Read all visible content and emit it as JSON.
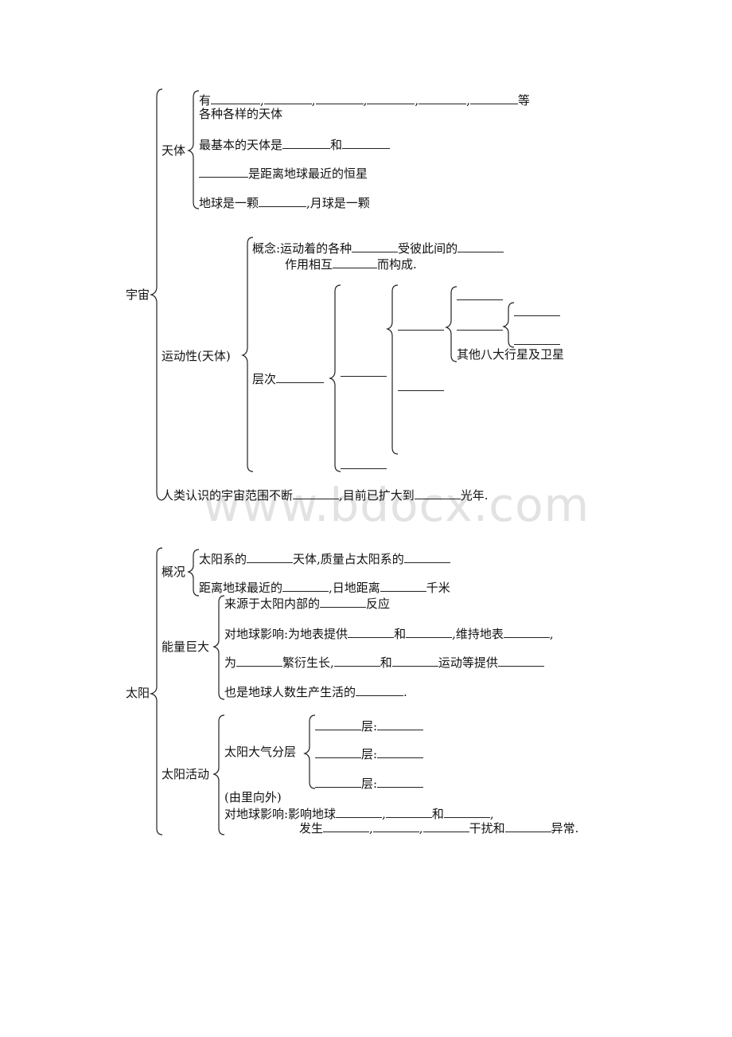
{
  "watermark": "www.bdocx.com",
  "universe": {
    "label": "宇宙",
    "celestial": {
      "label": "天体",
      "line1_prefix": "有",
      "line1_suffix": "等",
      "line1b": "各种各样的天体",
      "line2_prefix": "最基本的天体是",
      "line2_mid": "和",
      "line3_suffix": "是距离地球最近的恒星",
      "line4_prefix": "地球是一颗",
      "line4_suffix": ",月球是一颗"
    },
    "motion": {
      "label": "运动性(天体)",
      "concept_label": "概念",
      "concept_line1": ":运动着的各种",
      "concept_mid": "受彼此间的",
      "concept_line2_prefix": "作用相互",
      "concept_line2_suffix": "而构成.",
      "level_label": "层次",
      "planets_label": "其他八大行星及卫星"
    },
    "range_prefix": "人类认识的宇宙范围不断",
    "range_mid": ",目前已扩大到",
    "range_suffix": "光年."
  },
  "sun": {
    "label": "太阳",
    "overview": {
      "label": "概况",
      "line1_prefix": "太阳系的",
      "line1_mid": "天体,质量占太阳系的",
      "line2_prefix": "距离地球最近的",
      "line2_mid": ",日地距离",
      "line2_suffix": "千米"
    },
    "energy": {
      "label": "能量巨大",
      "line1_prefix": "来源于太阳内部的",
      "line1_suffix": "反应",
      "line2_prefix": "对地球影响:为地表提供",
      "line2_mid": "和",
      "line2_mid2": ",维持地表",
      "line2_end": ",",
      "line3_prefix": "为",
      "line3_mid": "繁衍生长,",
      "line3_mid2": "和",
      "line3_mid3": "运动等提供",
      "line4_prefix": "也是地球人数生产生活的",
      "line4_suffix": "."
    },
    "activity": {
      "label": "太阳活动",
      "atmos_label": "太阳大气分层",
      "layer": "层:",
      "order_note": "(由里向外)",
      "effect_prefix": "对地球影响:影响地球",
      "effect_mid": "和",
      "effect_line2_prefix": "发生",
      "effect_interfere": "干扰和",
      "effect_end": "异常."
    }
  }
}
